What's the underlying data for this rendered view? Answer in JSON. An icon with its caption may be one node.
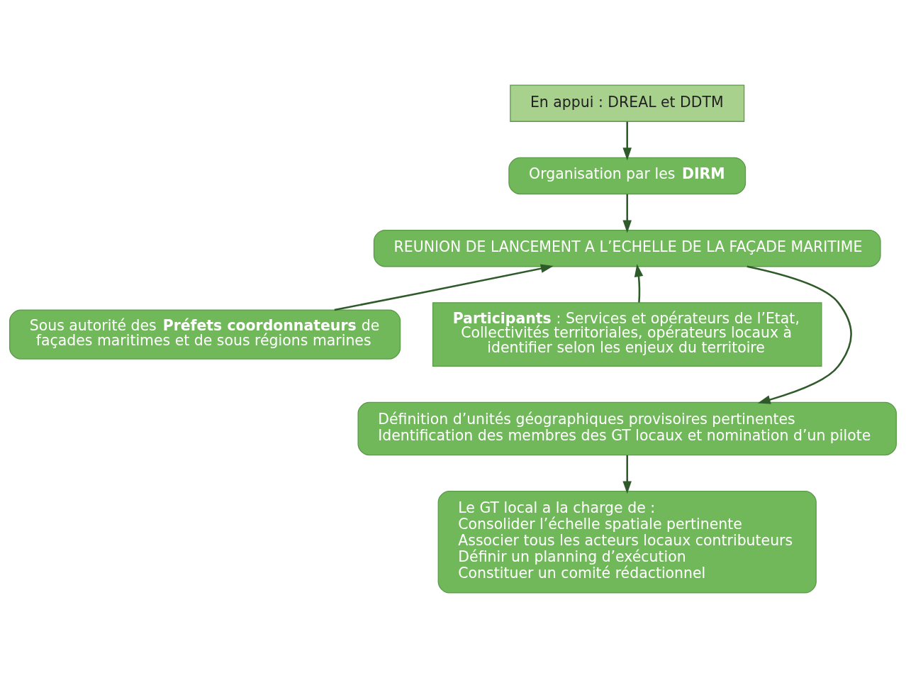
{
  "diagram": {
    "nodes": [
      {
        "text": [
          "Organisation par les **DIRM**"
        ]
      },
      {
        "text": [
          "En appui : DREAL et DDTM"
        ]
      },
      {
        "text": [
          "REUNION DE LANCEMENT A L’ECHELLE DE LA FAÇADE MARITIME"
        ]
      },
      {
        "text": [
          "Sous autorité des **Préfets coordonnateurs** de façades maritimes et de sous régions marines"
        ]
      },
      {
        "text": [
          "**Participants** : Services et opérateurs de l’Etat, Collectivités territoriales, opérateurs locaux à identifier selon les enjeux du territoire"
        ]
      },
      {
        "text": [
          "Définition d’unités géographiques provisoires pertinentes",
          "Identification des membres des GT locaux et nomination d’un pilote"
        ]
      },
      {
        "text": [
          "Le GT local a la charge de :",
          "Consolider l’échelle spatiale pertinente",
          "Associer tous les acteurs locaux contributeurs",
          "Définir un planning d’exécution",
          "Constituer un comité rédactionnel"
        ]
      }
    ],
    "edges": [
      {
        "from": 1,
        "to": 0,
        "arrow": "to"
      },
      {
        "from": 0,
        "to": 2,
        "arrow": "to"
      },
      {
        "from": 3,
        "to": 2,
        "arrow": "to"
      },
      {
        "from": 4,
        "to": 2,
        "arrow": "to"
      },
      {
        "from": 2,
        "to": 5,
        "arrow": "to"
      },
      {
        "from": 5,
        "to": 6,
        "arrow": "to"
      }
    ]
  }
}
